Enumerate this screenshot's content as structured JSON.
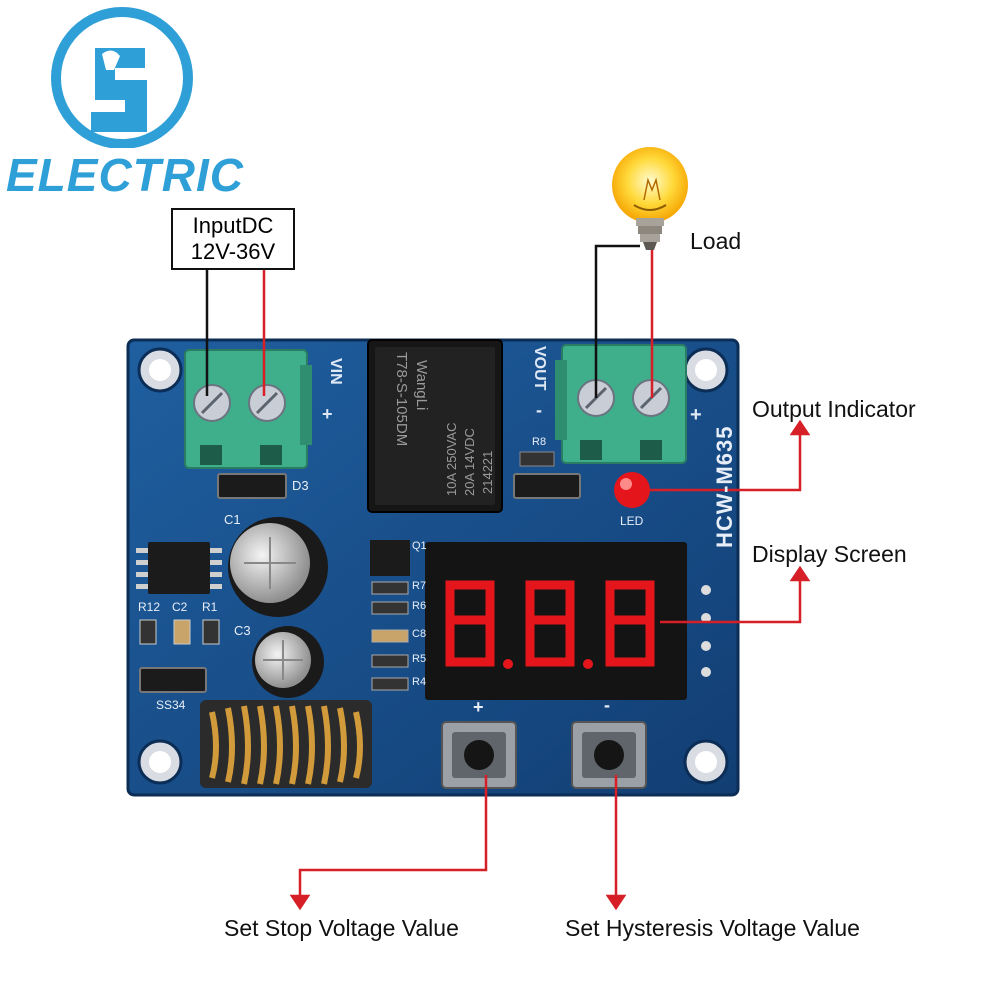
{
  "logo": {
    "text": "ELECTRIC",
    "color": "#2f9fd8"
  },
  "board": {
    "model": "HCW-M635",
    "color": "#1e4f8a",
    "terminals": {
      "vin": "VIN",
      "vout": "VOUT",
      "plus": "+",
      "minus": "-"
    },
    "relay": {
      "brand": "WangLi",
      "model": "T78-S-105DM",
      "ratings": [
        "10A 250VAC",
        "20A 14VDC"
      ],
      "code": "214221"
    },
    "silkscreen": {
      "d3": "D3",
      "led": "LED",
      "c1": "C1",
      "c3": "C3",
      "r12": "R12",
      "c2": "C2",
      "r1": "R1",
      "ss34": "SS34",
      "r8": "R8",
      "q1": "Q1",
      "r7": "R7",
      "r6": "R6",
      "c8": "C8",
      "r5": "R5",
      "r4": "R4",
      "button_plus": "+",
      "button_minus": "-"
    },
    "display": {
      "digits": "8.8.8",
      "color": "#e5161b"
    }
  },
  "labels": {
    "input_line1": "InputDC",
    "input_line2": "12V-36V",
    "load": "Load",
    "output_indicator": "Output Indicator",
    "display_screen": "Display Screen",
    "set_stop": "Set Stop Voltage Value",
    "set_hysteresis": "Set Hysteresis Voltage Value"
  },
  "colors": {
    "wire_red": "#d61f26",
    "wire_black": "#111111",
    "terminal_green": "#3fae8a"
  }
}
